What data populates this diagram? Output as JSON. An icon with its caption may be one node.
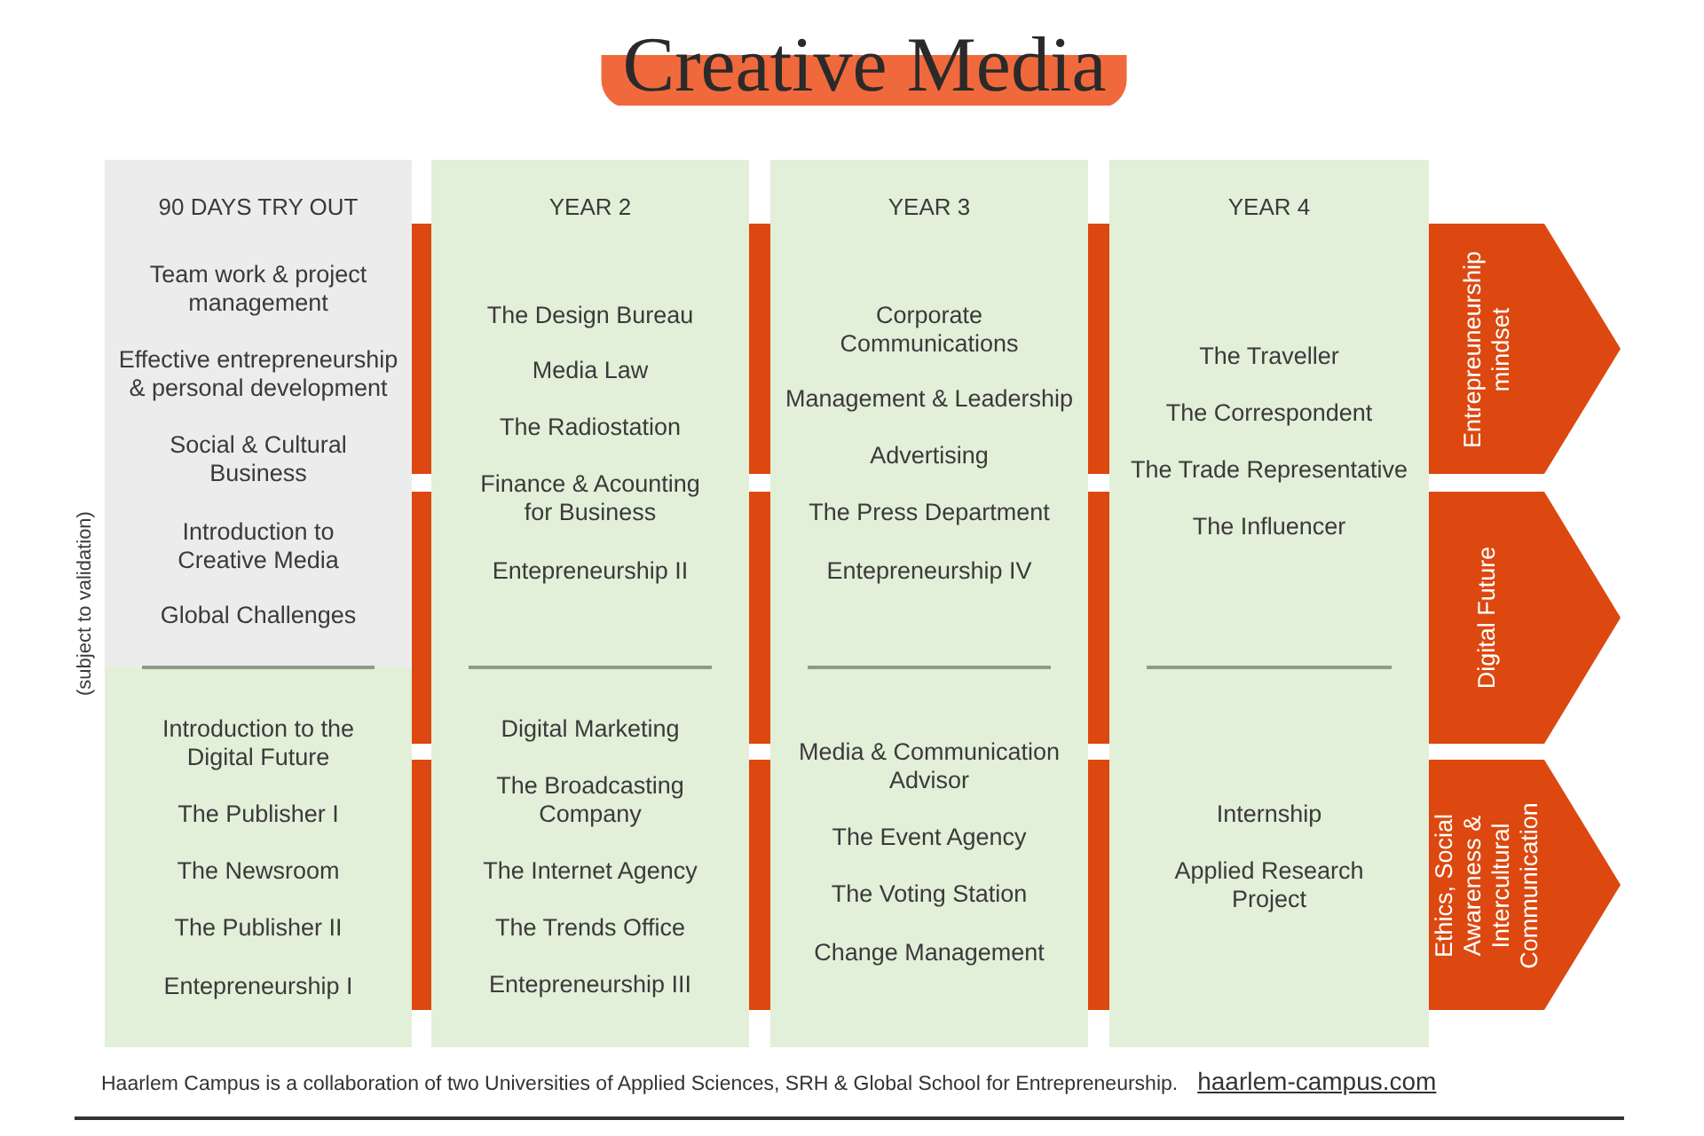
{
  "diagram": {
    "title": "Creative Media",
    "nodes": [
      {
        "text": [
          "90 DAYS TRY OUT",
          "Team work & project management",
          "Effective entrepreneurship & personal development",
          "Social & Cultural Business",
          "Introduction to Creative Media",
          "Global Challenges",
          "Introduction to the Digital Future",
          "The Publisher I",
          "The Newsroom",
          "The Publisher II",
          "Entepreneurship I"
        ]
      },
      {
        "text": [
          "YEAR 2",
          "The Design Bureau",
          "Media Law",
          "The Radiostation",
          "Finance & Acounting for Business",
          "Entepreneurship II",
          "Digital Marketing",
          "The Broadcasting Company",
          "The Internet Agency",
          "The Trends Office",
          "Entepreneurship III"
        ]
      },
      {
        "text": [
          "YEAR 3",
          "Corporate Communications",
          "Management & Leadership",
          "Advertising",
          "The Press Department",
          "Entepreneurship IV",
          "Media & Communication Advisor",
          "The Event Agency",
          "The Voting Station",
          "Change Management"
        ]
      },
      {
        "text": [
          "YEAR 4",
          "The Traveller",
          "The Correspondent",
          "The Trade Representative",
          "The Influencer",
          "Internship",
          "Applied Research Project"
        ]
      },
      {
        "text": [
          "Entrepreuneurship mindset"
        ]
      },
      {
        "text": [
          "Digital Future"
        ]
      },
      {
        "text": [
          "Ethics, Social Awareness & Intercultural Communication"
        ]
      }
    ],
    "labels": [
      "(subject to validation)",
      "Haarlem Campus is a collaboration of two Universities of Applied Sciences, SRH & Global School for Entrepreneurship.",
      "haarlem-campus.com"
    ]
  }
}
